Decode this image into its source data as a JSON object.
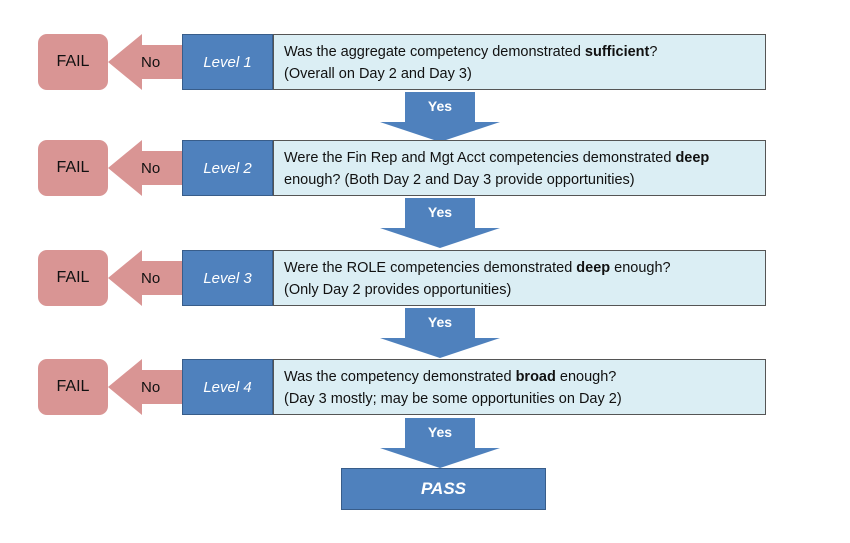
{
  "colors": {
    "fail": "#d99594",
    "level": "#4f81bd",
    "question": "#dbeef4",
    "arrow": "#4f81bd"
  },
  "rows": [
    {
      "fail_label": "FAIL",
      "no_label": "No",
      "level_label": "Level 1",
      "question": {
        "line1_pre": "Was the aggregate competency demonstrated ",
        "line1_bold": "sufficient",
        "line1_post": "?",
        "line2": "(Overall on Day 2 and Day 3)"
      },
      "yes_label": "Yes"
    },
    {
      "fail_label": "FAIL",
      "no_label": "No",
      "level_label": "Level 2",
      "question": {
        "line1_pre": "Were the Fin Rep and Mgt Acct competencies demonstrated ",
        "line1_bold": "deep",
        "line1_post": "",
        "line2": "enough?  (Both Day 2 and Day 3 provide opportunities)"
      },
      "yes_label": "Yes"
    },
    {
      "fail_label": "FAIL",
      "no_label": "No",
      "level_label": "Level 3",
      "question": {
        "line1_pre": "Were the ROLE competencies demonstrated ",
        "line1_bold": "deep",
        "line1_post": " enough?",
        "line2": "(Only  Day 2 provides opportunities)"
      },
      "yes_label": "Yes"
    },
    {
      "fail_label": "FAIL",
      "no_label": "No",
      "level_label": "Level 4",
      "question": {
        "line1_pre": "Was the competency demonstrated ",
        "line1_bold": "broad",
        "line1_post": " enough?",
        "line2": "(Day 3 mostly; may be some opportunities on Day 2)"
      },
      "yes_label": "Yes"
    }
  ],
  "pass_label": "PASS"
}
